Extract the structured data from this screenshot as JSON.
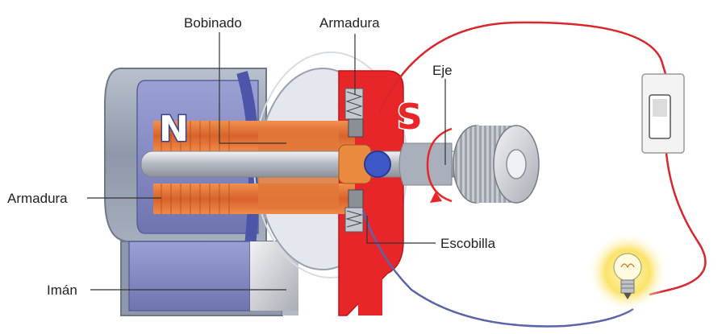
{
  "labels": {
    "bobinado": "Bobinado",
    "armadura_top": "Armadura",
    "eje": "Eje",
    "armadura_left": "Armadura",
    "escobilla": "Escobilla",
    "iman": "Imán"
  },
  "poles": {
    "north": "N",
    "south": "S"
  },
  "colors": {
    "housing": "#9aa3b3",
    "magnet": "#8a90c8",
    "coil": "#e2763a",
    "south_pole": "#e8262a",
    "wire_red": "#d9262b",
    "wire_blue": "#5a64a8",
    "bulb_glow": "#fbe36a"
  },
  "icons": {
    "switch": "switch-icon",
    "bulb": "light-bulb-icon"
  }
}
